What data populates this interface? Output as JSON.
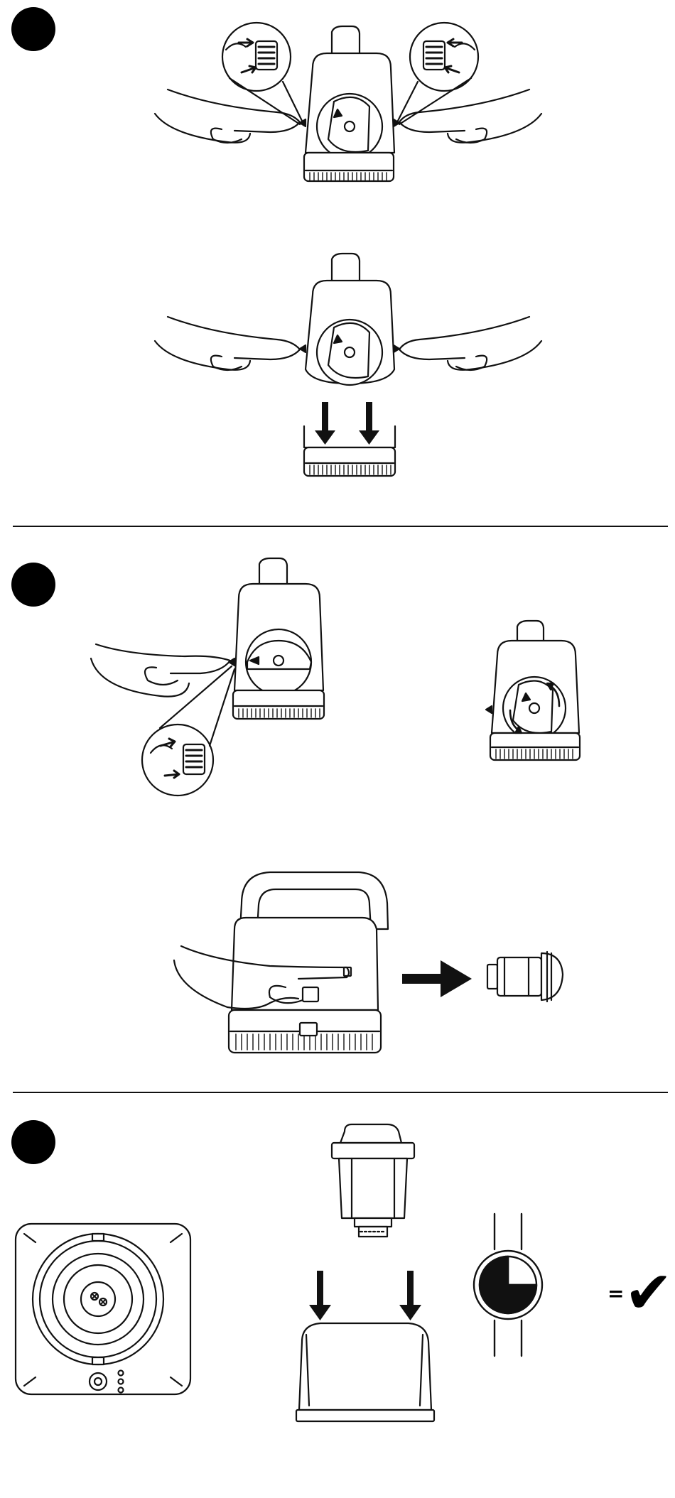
{
  "steps": [
    {
      "id": 1,
      "figures": [
        "press-release-buttons-both-sides",
        "lift-motor-off-base"
      ]
    },
    {
      "id": 2,
      "figures": [
        "press-side-button-to-unlock",
        "rotate-dial",
        "slide-filter-cartridge-out"
      ]
    },
    {
      "id": 3,
      "figures": [
        "base-top-view",
        "insert-filter-cartridge",
        "wait-clock",
        "done"
      ]
    }
  ],
  "icons": {
    "step_marker": "filled-circle",
    "arrow": "arrow-icon",
    "clock": "watch-icon",
    "check": "checkmark-icon"
  },
  "result": {
    "equals": "=",
    "check": "✔"
  },
  "colors": {
    "ink": "#111111",
    "paper": "#ffffff"
  }
}
